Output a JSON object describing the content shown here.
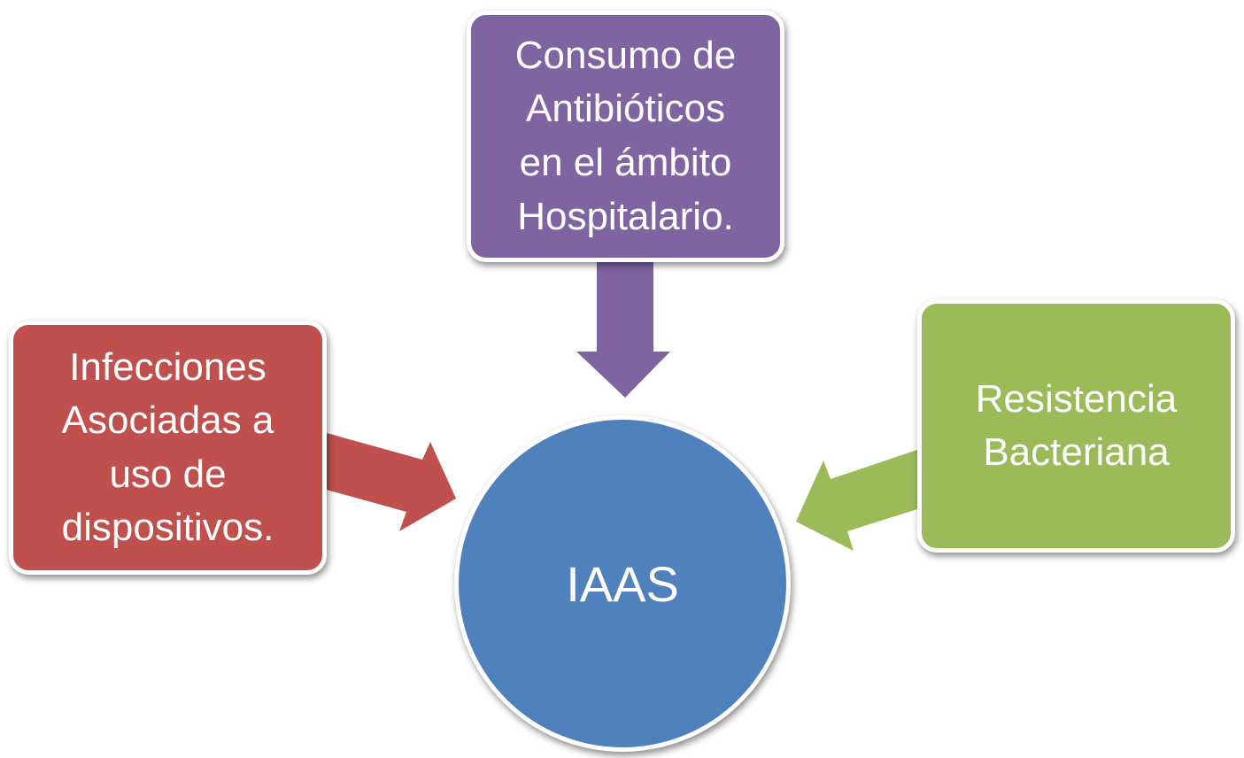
{
  "colors": {
    "left": "#C0504D",
    "top": "#8064A2",
    "right": "#9BBB59",
    "center": "#4F81BD"
  },
  "nodes": {
    "left": "Infecciones\nAsociadas a\nuso de\ndispositivos.",
    "top": "Consumo de\nAntibióticos\nen el ámbito\nHospitalario.",
    "right": "Resistencia\nBacteriana",
    "center": "IAAS"
  }
}
